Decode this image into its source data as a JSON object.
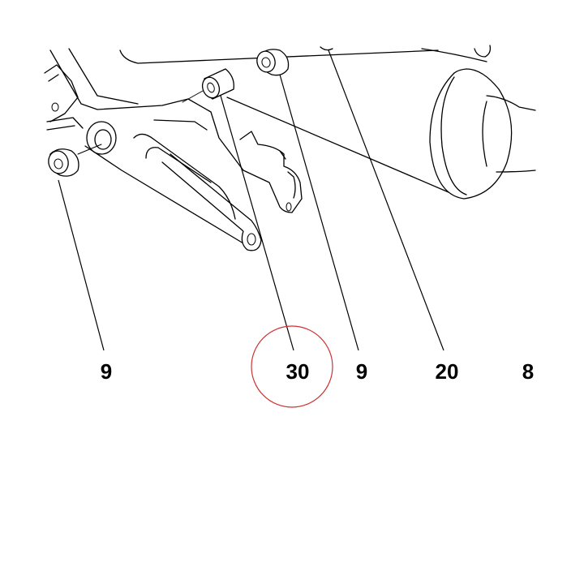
{
  "callouts": {
    "label_9_left": "9",
    "label_30": "30",
    "label_9_right": "9",
    "label_20": "20",
    "label_8": "8"
  },
  "colors": {
    "line": "#000000",
    "highlight_circle": "#cc3333",
    "background": "#ffffff"
  }
}
